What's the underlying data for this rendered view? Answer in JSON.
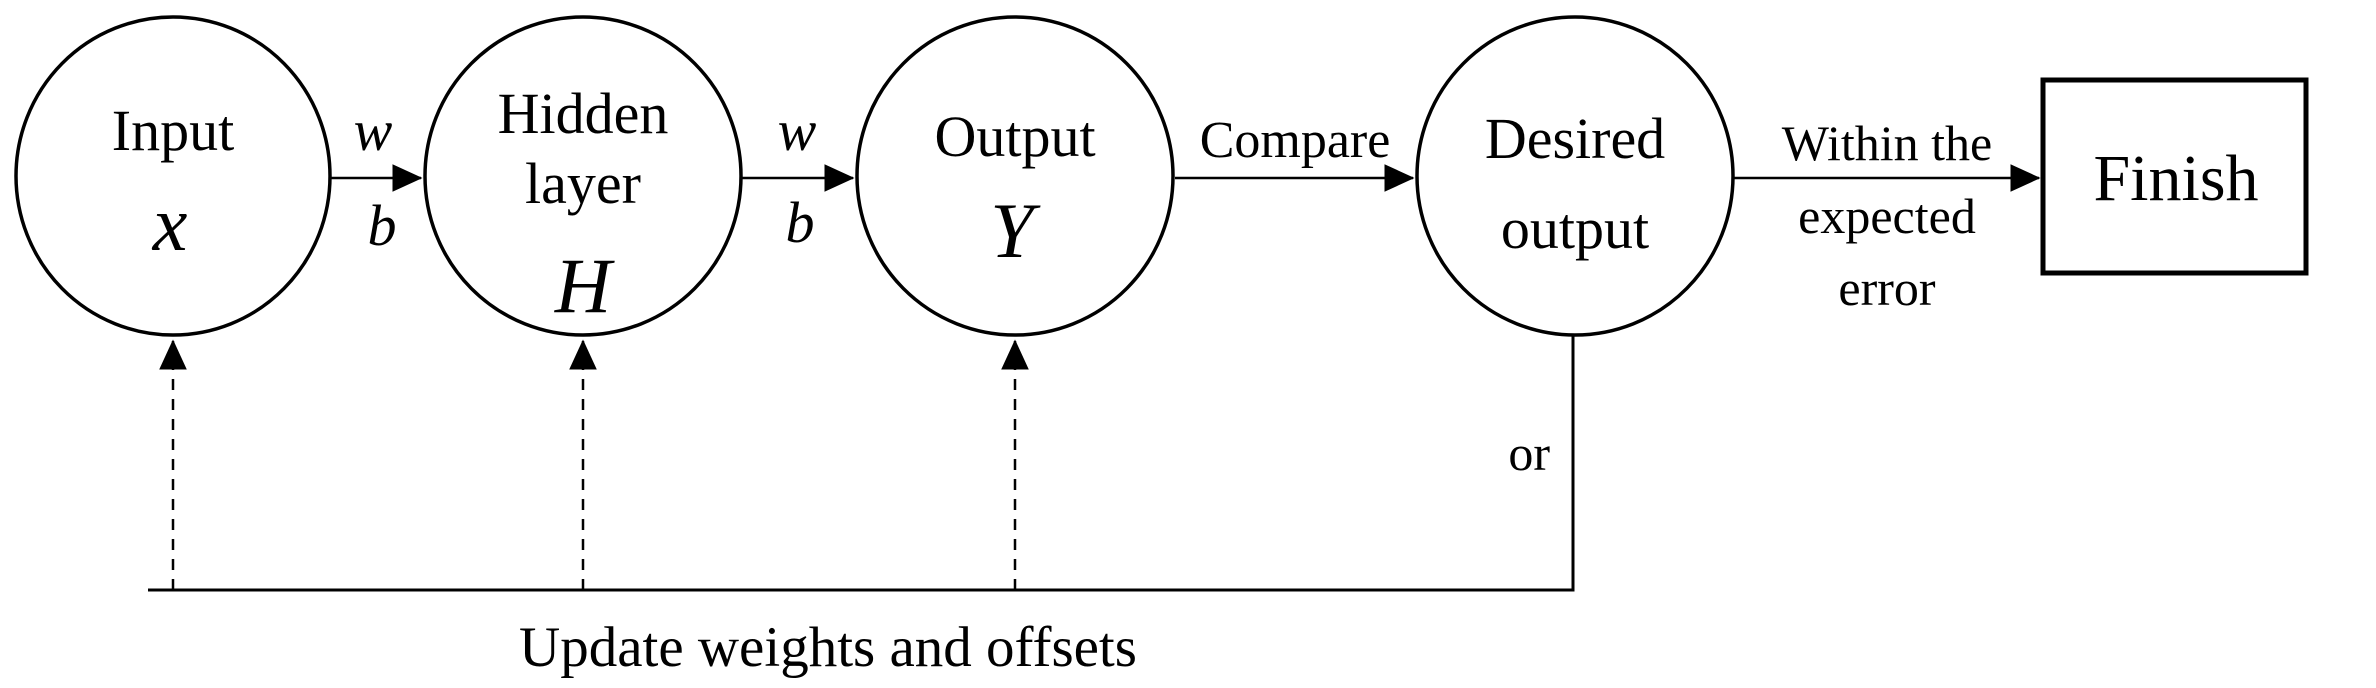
{
  "diagram": {
    "colors": {
      "accent_blue": "#2B70C8",
      "line_black": "#000000"
    },
    "nodes": {
      "input": {
        "label": "Input",
        "symbol": "x"
      },
      "hidden": {
        "label_line1": "Hidden",
        "label_line2": "layer",
        "symbol": "H"
      },
      "output": {
        "label": "Output",
        "symbol": "Y"
      },
      "desired": {
        "label_line1": "Desired",
        "label_line2": "output"
      },
      "finish": {
        "label": "Finish"
      }
    },
    "edges": {
      "input_to_hidden": {
        "weight": "w",
        "bias": "b"
      },
      "hidden_to_output": {
        "weight": "w",
        "bias": "b"
      },
      "output_to_desired": {
        "caption": "Compare"
      },
      "desired_to_finish": {
        "caption_line1": "Within the",
        "caption_line2": "expected",
        "caption_line3": "error"
      },
      "feedback": {
        "or_caption": "or",
        "caption": "Update weights and offsets"
      }
    }
  }
}
